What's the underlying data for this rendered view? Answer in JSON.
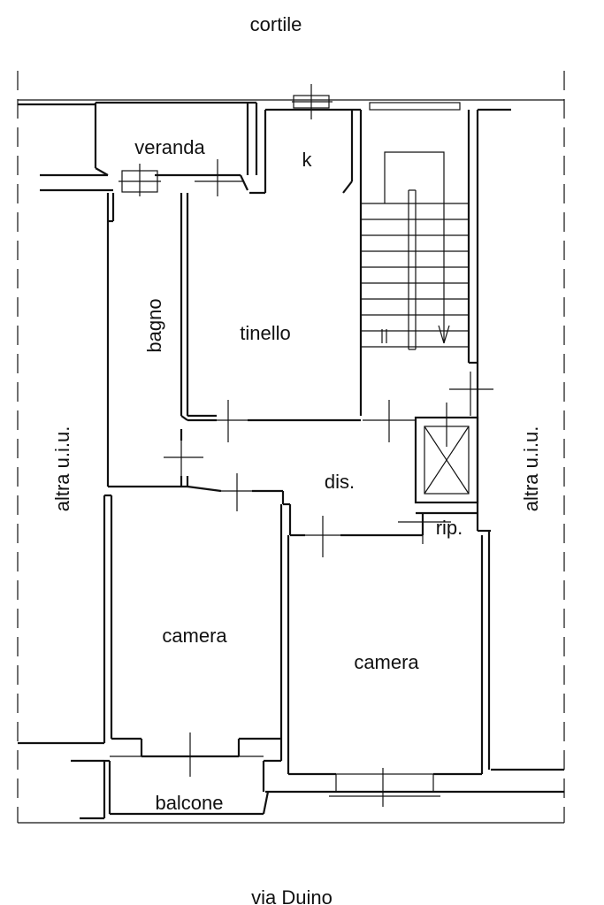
{
  "labels": {
    "cortile": "cortile",
    "veranda": "veranda",
    "k": "k",
    "bagno": "bagno",
    "tinello": "tinello",
    "dis": "dis.",
    "rip": "rip.",
    "camera_left": "camera",
    "camera_right": "camera",
    "balcone": "balcone",
    "altra_left": "altra u.i.u.",
    "altra_right": "altra u.i.u.",
    "via": "via Duino"
  },
  "colors": {
    "ink": "#111111",
    "background": "#ffffff"
  },
  "symbols": {
    "stair_direction": "arrow-down-icon",
    "elevator": "elevator-shaft-icon",
    "door_marks": "door-cross-icon"
  }
}
